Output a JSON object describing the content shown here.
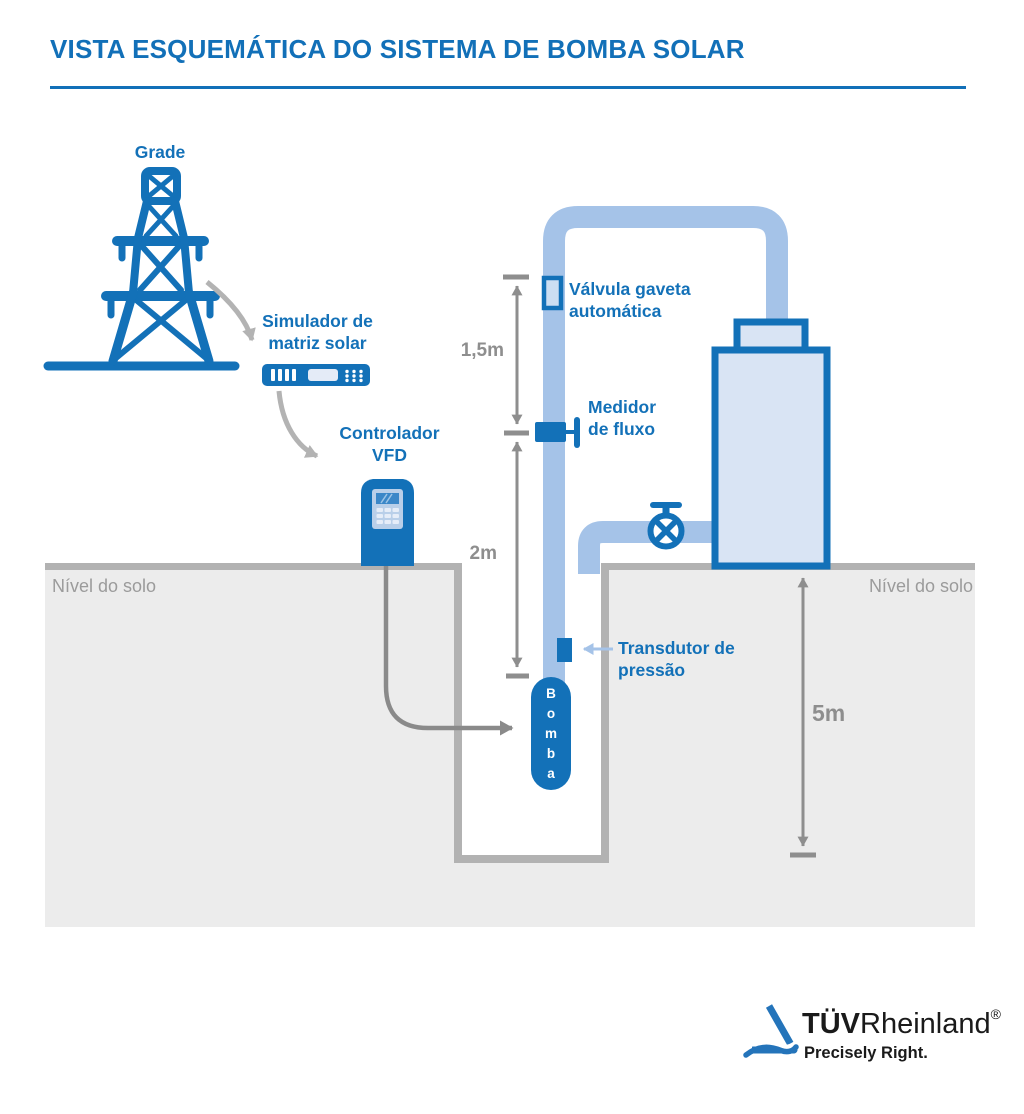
{
  "header": {
    "title": "VISTA ESQUEMÁTICA DO SISTEMA DE BOMBA SOLAR"
  },
  "diagram": {
    "grid_label": "Grade",
    "simulator_label": "Simulador de\nmatriz solar",
    "vfd_label": "Controlador\nVFD",
    "gate_valve_label": "Válvula gaveta\nautomática",
    "flow_meter_label": "Medidor\nde fluxo",
    "pressure_transducer_label": "Transdutor de\npressão",
    "pump_label": "Bomba",
    "ground_level_left": "Nível do solo",
    "ground_level_right": "Nível do solo",
    "dim_pipe_upper": "1,5m",
    "dim_pipe_lower": "2m",
    "dim_well_depth": "5m"
  },
  "footer_logo": {
    "brand_bold": "TÜV",
    "brand_regular": "Rheinland",
    "registered_mark": "®",
    "tagline": "Precisely Right."
  },
  "colors": {
    "brand_blue": "#1371b8",
    "pipe_blue": "#a5c3e8",
    "tank_fill": "#d9e4f4",
    "valve_fill": "#ccdef2",
    "ground_fill": "#ececec",
    "ground_line": "#b2b2b2",
    "dimension_gray": "#8e8e8e",
    "label_gray": "#9b9b9b",
    "cable_gray": "#8a8a8a",
    "logo_black": "#1a1a1a"
  }
}
